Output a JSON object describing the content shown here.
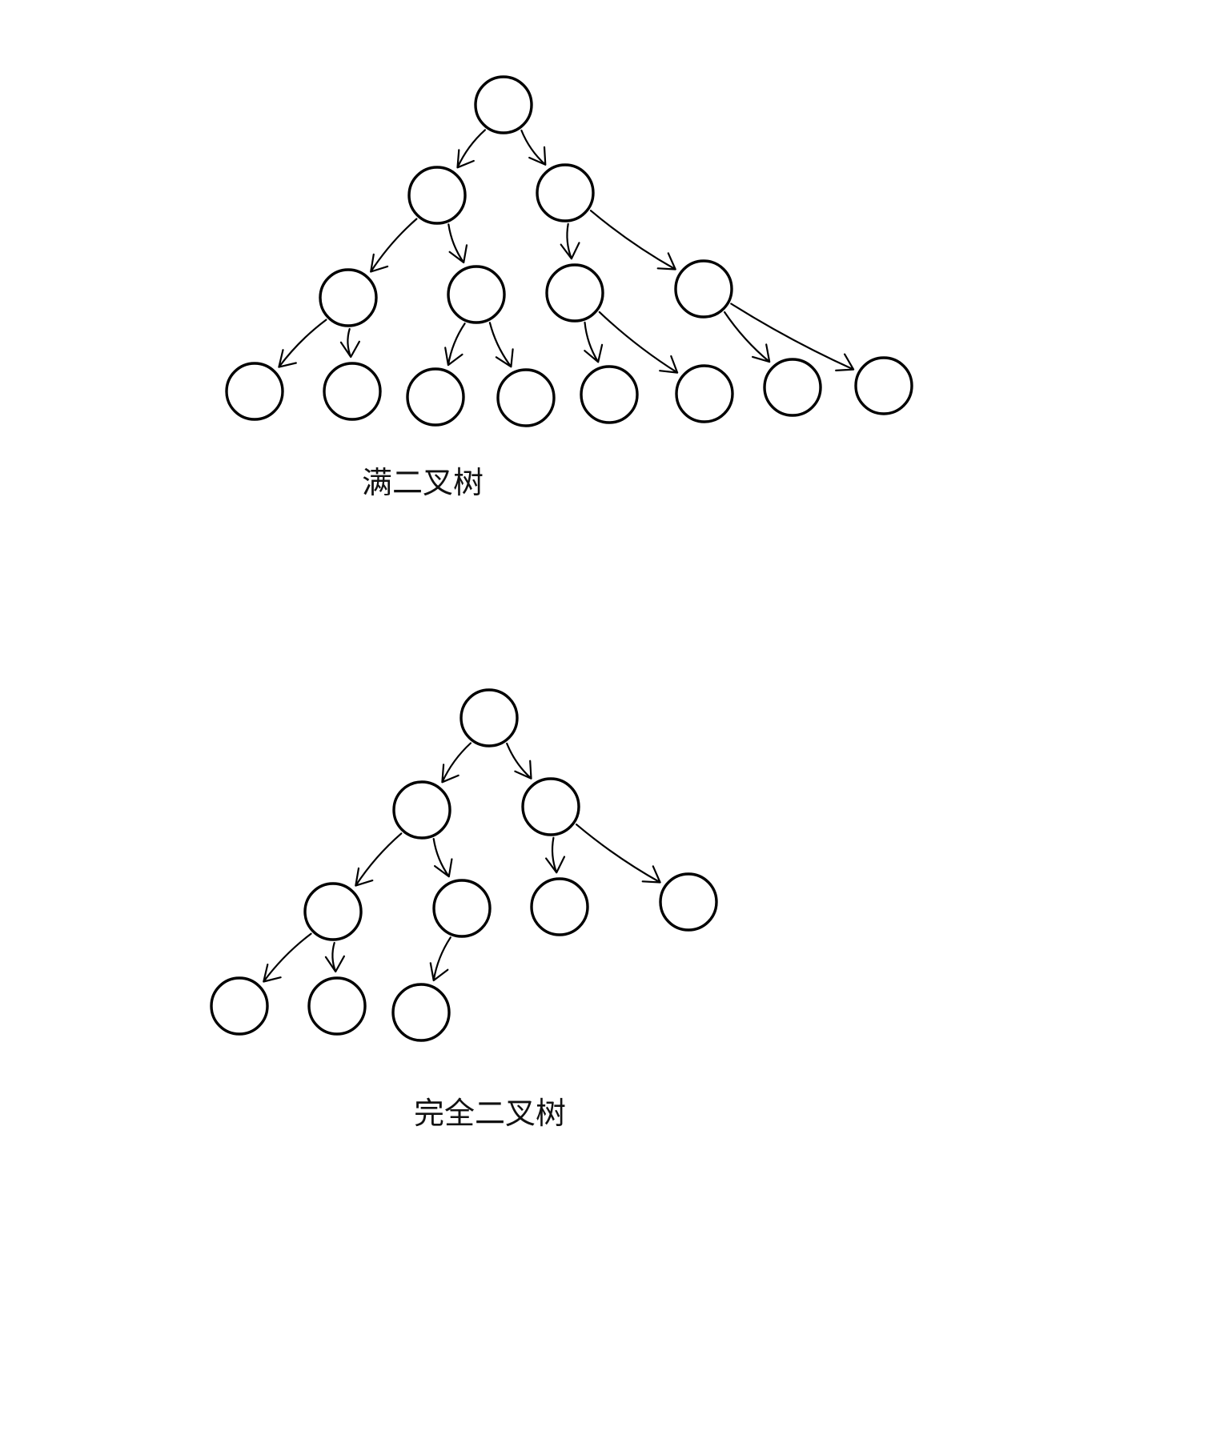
{
  "diagrams": [
    {
      "caption": "满二叉树",
      "levels": [
        1,
        2,
        4,
        8
      ]
    },
    {
      "caption": "完全二叉树",
      "levels": [
        1,
        2,
        4,
        3
      ]
    }
  ]
}
